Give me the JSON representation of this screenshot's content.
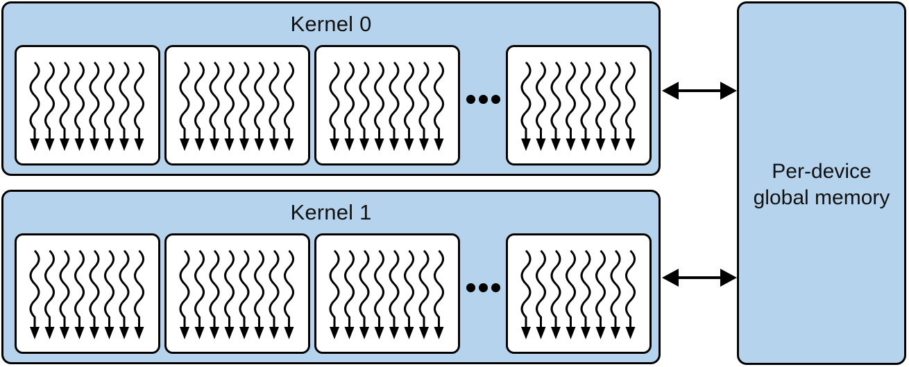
{
  "kernels": [
    {
      "title": "Kernel 0",
      "work_groups_drawn": 4,
      "threads_per_group": 8
    },
    {
      "title": "Kernel 1",
      "work_groups_drawn": 4,
      "threads_per_group": 8
    }
  ],
  "ellipsis": "...",
  "memory": {
    "label_line1": "Per-device",
    "label_line2": "global memory"
  },
  "colors": {
    "container_fill": "#b5d3ec",
    "group_fill": "#ffffff",
    "stroke": "#000000"
  },
  "icons": {
    "thread": "wavy-down-arrow-icon",
    "connection": "double-headed-arrow-icon"
  }
}
